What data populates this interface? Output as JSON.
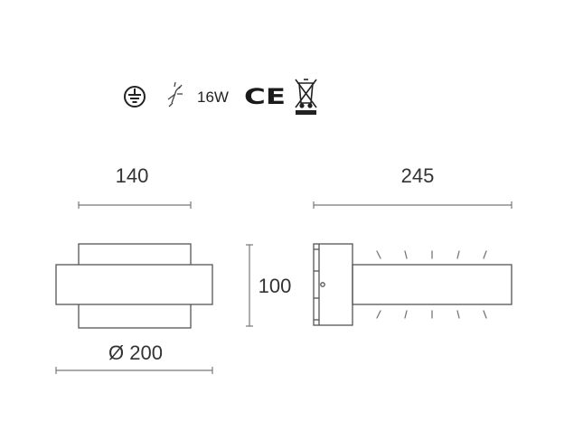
{
  "header": {
    "power": "16W",
    "ce_mark": "CE",
    "icons": [
      "earth-ground-icon",
      "dimmable-lamp-icon",
      "ce-mark-icon",
      "weee-crossed-bin-icon"
    ]
  },
  "front_view": {
    "width_label": "140",
    "diameter_label": "Ø 200",
    "height_label": "100"
  },
  "side_view": {
    "depth_label": "245"
  },
  "colors": {
    "stroke": "#555555",
    "text": "#333333"
  }
}
